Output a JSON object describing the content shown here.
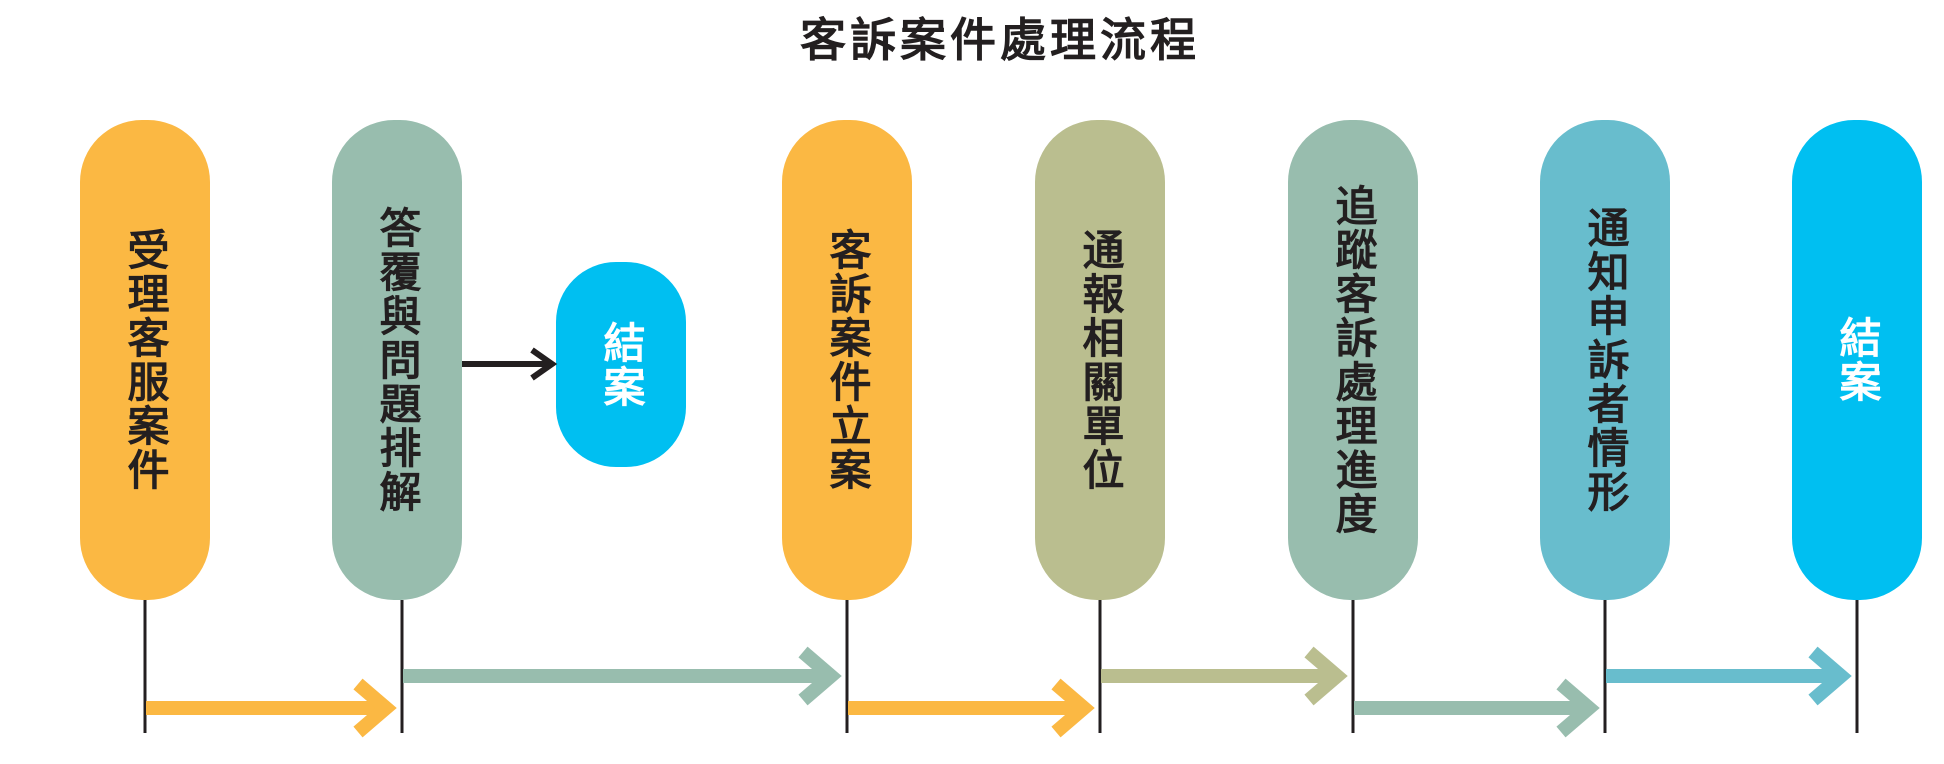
{
  "title": "客訴案件處理流程",
  "colors": {
    "orange": "#FBB843",
    "sage": "#98BDAE",
    "olive": "#BABE8F",
    "teal": "#68BDCD",
    "cyan": "#00BFF1",
    "dark_text": "#231F20",
    "white_text": "#FFFFFF"
  },
  "steps": [
    {
      "id": "receive",
      "label": "受理客服案件",
      "color": "#FBB843",
      "text_color": "#231F20"
    },
    {
      "id": "reply",
      "label": "答覆與問題排解",
      "color": "#98BDAE",
      "text_color": "#231F20"
    },
    {
      "id": "close-early",
      "label": "結案",
      "color": "#00BFF1",
      "text_color": "#FFFFFF"
    },
    {
      "id": "register",
      "label": "客訴案件立案",
      "color": "#FBB843",
      "text_color": "#231F20"
    },
    {
      "id": "notify-units",
      "label": "通報相關單位",
      "color": "#BABE8F",
      "text_color": "#231F20"
    },
    {
      "id": "track",
      "label": "追蹤客訴處理進度",
      "color": "#98BDAE",
      "text_color": "#231F20"
    },
    {
      "id": "notify-complainant",
      "label": "通知申訴者情形",
      "color": "#68BDCD",
      "text_color": "#231F20"
    },
    {
      "id": "close-final",
      "label": "結案",
      "color": "#00BFF1",
      "text_color": "#FFFFFF"
    }
  ]
}
